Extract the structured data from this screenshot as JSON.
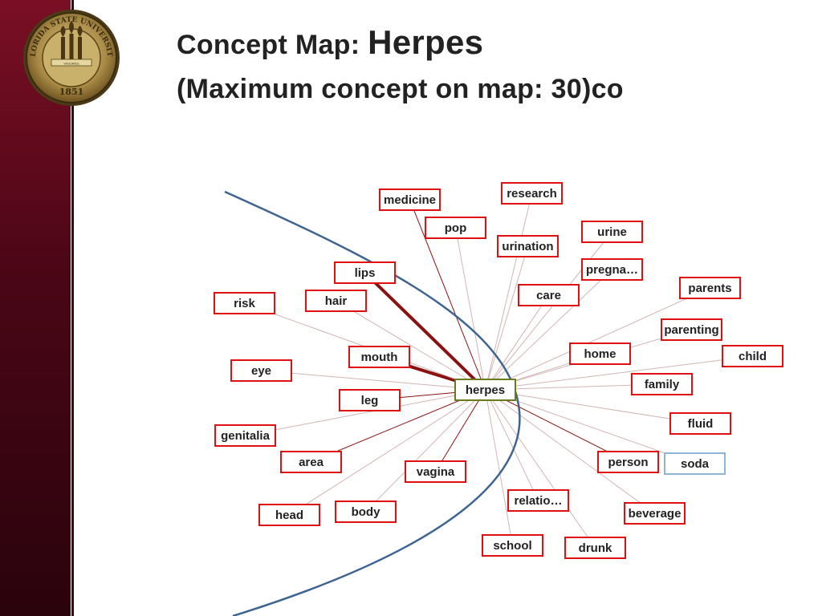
{
  "seal": {
    "top_text": "FLORIDA STATE UNIVERSITY",
    "year": "1851",
    "motto": [
      "VIRTUE",
      "VIGILANCE",
      "HUMANITY"
    ]
  },
  "title": {
    "prefix": "Concept Map: ",
    "topic": "Herpes",
    "subtitle": "(Maximum concept  on map: 30)co"
  },
  "colors": {
    "node_border": "#e01010",
    "center_border": "#6b7a1a",
    "soda_border": "#8fb4d6",
    "curve": "#3e6491",
    "strong_link": "#8b1010",
    "weak_link": "#d2b4b4",
    "sidebar": "#5a0a1c"
  },
  "concept_map": {
    "center": "herpes",
    "nodes": [
      {
        "id": "medicine",
        "label": "medicine"
      },
      {
        "id": "research",
        "label": "research"
      },
      {
        "id": "pop",
        "label": "pop"
      },
      {
        "id": "urine",
        "label": "urine"
      },
      {
        "id": "urination",
        "label": "urination"
      },
      {
        "id": "pregna",
        "label": "pregna…"
      },
      {
        "id": "lips",
        "label": "lips"
      },
      {
        "id": "care",
        "label": "care"
      },
      {
        "id": "parents",
        "label": "parents"
      },
      {
        "id": "risk",
        "label": "risk"
      },
      {
        "id": "hair",
        "label": "hair"
      },
      {
        "id": "parenting",
        "label": "parenting"
      },
      {
        "id": "home",
        "label": "home"
      },
      {
        "id": "child",
        "label": "child"
      },
      {
        "id": "mouth",
        "label": "mouth"
      },
      {
        "id": "eye",
        "label": "eye"
      },
      {
        "id": "family",
        "label": "family"
      },
      {
        "id": "herpes",
        "label": "herpes"
      },
      {
        "id": "leg",
        "label": "leg"
      },
      {
        "id": "fluid",
        "label": "fluid"
      },
      {
        "id": "genitalia",
        "label": "genitalia"
      },
      {
        "id": "area",
        "label": "area"
      },
      {
        "id": "person",
        "label": "person"
      },
      {
        "id": "soda",
        "label": "soda"
      },
      {
        "id": "vagina",
        "label": "vagina"
      },
      {
        "id": "relatio",
        "label": "relatio…"
      },
      {
        "id": "head",
        "label": "head"
      },
      {
        "id": "body",
        "label": "body"
      },
      {
        "id": "beverage",
        "label": "beverage"
      },
      {
        "id": "school",
        "label": "school"
      },
      {
        "id": "drunk",
        "label": "drunk"
      }
    ],
    "links": [
      {
        "to": "lips",
        "strength": "strong"
      },
      {
        "to": "mouth",
        "strength": "strong"
      },
      {
        "to": "leg",
        "strength": "medium"
      },
      {
        "to": "vagina",
        "strength": "medium"
      },
      {
        "to": "area",
        "strength": "medium"
      },
      {
        "to": "person",
        "strength": "medium"
      },
      {
        "to": "medicine",
        "strength": "medium"
      },
      {
        "to": "research",
        "strength": "weak"
      },
      {
        "to": "pop",
        "strength": "weak"
      },
      {
        "to": "urine",
        "strength": "weak"
      },
      {
        "to": "urination",
        "strength": "weak"
      },
      {
        "to": "pregna",
        "strength": "weak"
      },
      {
        "to": "care",
        "strength": "weak"
      },
      {
        "to": "parents",
        "strength": "weak"
      },
      {
        "to": "risk",
        "strength": "weak"
      },
      {
        "to": "hair",
        "strength": "weak"
      },
      {
        "to": "parenting",
        "strength": "weak"
      },
      {
        "to": "home",
        "strength": "weak"
      },
      {
        "to": "child",
        "strength": "weak"
      },
      {
        "to": "eye",
        "strength": "weak"
      },
      {
        "to": "family",
        "strength": "weak"
      },
      {
        "to": "fluid",
        "strength": "weak"
      },
      {
        "to": "genitalia",
        "strength": "weak"
      },
      {
        "to": "relatio",
        "strength": "weak"
      },
      {
        "to": "head",
        "strength": "weak"
      },
      {
        "to": "body",
        "strength": "weak"
      },
      {
        "to": "beverage",
        "strength": "weak"
      },
      {
        "to": "school",
        "strength": "weak"
      },
      {
        "to": "drunk",
        "strength": "weak"
      },
      {
        "to": "soda",
        "strength": "weak"
      }
    ]
  }
}
